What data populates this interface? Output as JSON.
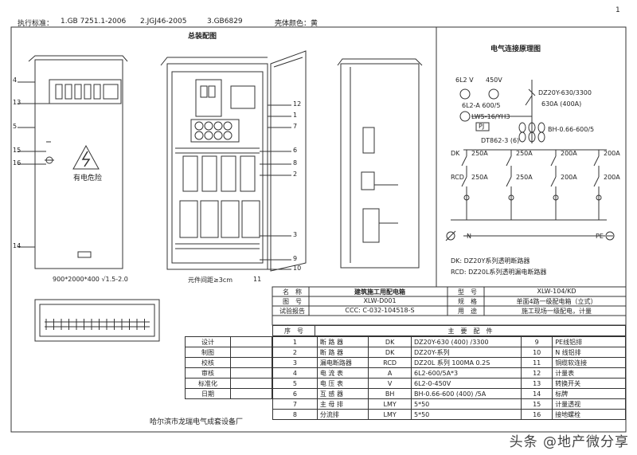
{
  "header": {
    "label": "执行标准：",
    "std1": "1.GB 7251.1-2006",
    "std2": "2.JGJ46-2005",
    "std3": "3.GB6829",
    "color_label": "壳体颜色：黄",
    "page_no": "1"
  },
  "assembly": {
    "title": "总装配图",
    "dimensions": "900*2000*400 √1.5-2.0",
    "spacing": "元件间距≥3cm",
    "warning": "有电危险",
    "left_labels": [
      "4",
      "13",
      "5",
      "15",
      "16",
      "14"
    ],
    "right_labels": [
      "12",
      "1",
      "7",
      "6",
      "8",
      "2",
      "3",
      "9",
      "10",
      "11"
    ]
  },
  "schematic": {
    "title": "电气连接原理图",
    "voltmeter": "6L2 V",
    "ammeter_rating": "450V",
    "ammeter_spec": "6L2-A 600/5",
    "switch_spec": "LW5-16/YH3",
    "pj": "PJ",
    "breaker_main": "DZ20Y-630/3300",
    "breaker_main_rating": "630A (400A)",
    "ct_spec": "BH-0.66-600/5",
    "meter_model": "DT862-3 (6)",
    "dk": "DK",
    "rcd": "RCD",
    "branch_ratings_dk": [
      "250A",
      "250A",
      "200A",
      "200A"
    ],
    "branch_ratings_rcd": [
      "250A",
      "250A",
      "200A",
      "200A"
    ],
    "n_label": "N",
    "pe_label": "PE",
    "legend_dk": "DK:   DZ20Y系列透明断路器",
    "legend_rcd": "RCD:  DZ20L系列透明漏电断路器"
  },
  "title_block": {
    "rows": [
      [
        "名　称",
        "建筑施工用配电箱",
        "型　号",
        "XLW-104/KD"
      ],
      [
        "图　号",
        "XLW-D001",
        "规　格",
        "单面4路一级配电箱（立式）"
      ],
      [
        "试验报告",
        "CCC: C-032-104518-S",
        "用　途",
        "施工现场一级配电，计量"
      ]
    ],
    "main_header": [
      "序　号",
      "主　要　配　件"
    ],
    "company": "哈尔滨市龙瑞电气成套设备厂"
  },
  "approvals": [
    "设计",
    "制图",
    "校核",
    "审核",
    "标准化",
    "日期"
  ],
  "parts": [
    [
      "1",
      "断 路 器",
      "DK",
      "DZ20Y-630 (400) /3300",
      "9",
      "PE线铝排"
    ],
    [
      "2",
      "断 路 器",
      "DK",
      "DZ20Y-系列",
      "10",
      "N 线铝排"
    ],
    [
      "3",
      "漏电断路器",
      "RCD",
      "DZ20L 系列  100MA 0.2S",
      "11",
      "铜缆软连接"
    ],
    [
      "4",
      "电 流 表",
      "A",
      "6L2-600/5A*3",
      "12",
      "计量表"
    ],
    [
      "5",
      "电 压 表",
      "V",
      "6L2-0-450V",
      "13",
      "转换开关"
    ],
    [
      "6",
      "互 感 器",
      "BH",
      "BH-0.66-600 (400) /5A",
      "14",
      "标牌"
    ],
    [
      "7",
      "主 母 排",
      "LMY",
      "5*50",
      "15",
      "计量透视"
    ],
    [
      "8",
      "分流排",
      "LMY",
      "5*50",
      "16",
      "接地螺栓"
    ]
  ],
  "watermark": "头条 @地产微分享"
}
